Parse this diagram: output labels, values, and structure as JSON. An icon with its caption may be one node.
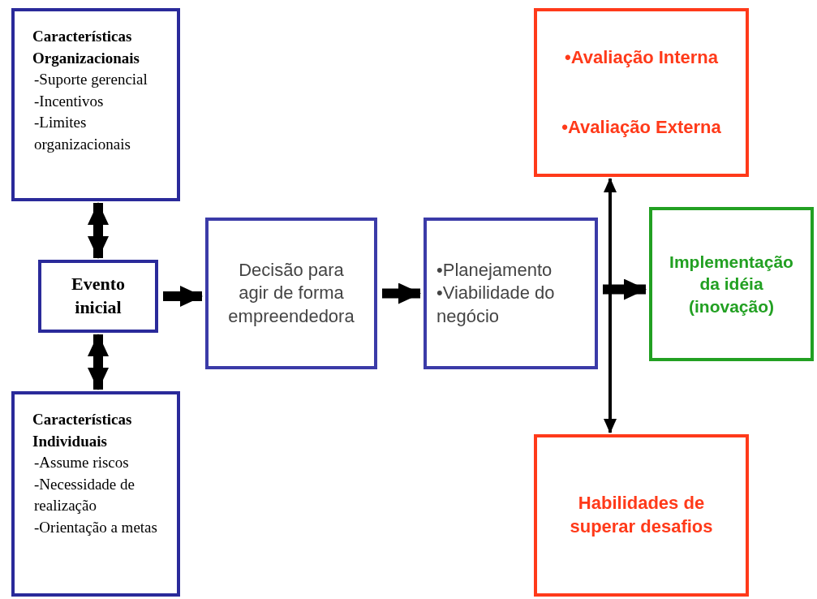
{
  "diagram": {
    "nodes": [
      {
        "text": [
          "Características Organizacionais",
          "-Suporte gerencial",
          "-Incentivos",
          "-Limites organizacionais"
        ]
      },
      {
        "text": [
          "Evento inicial"
        ]
      },
      {
        "text": [
          "Características Individuais",
          "-Assume riscos",
          "-Necessidade de realização",
          "-Orientação a metas"
        ]
      },
      {
        "text": [
          "Decisão para agir de forma empreendedora"
        ]
      },
      {
        "text": [
          "•Planejamento",
          "•Viabilidade do negócio"
        ]
      },
      {
        "text": [
          "•Avaliação Interna",
          "•Avaliação Externa"
        ]
      },
      {
        "text": [
          "Implementação da idéia (inovação)"
        ]
      },
      {
        "text": [
          "Habilidades de superar desafios"
        ]
      }
    ],
    "edges": [
      {
        "from": 1,
        "to": 0,
        "arrow": "both"
      },
      {
        "from": 1,
        "to": 2,
        "arrow": "both"
      },
      {
        "from": 1,
        "to": 3,
        "arrow": "to"
      },
      {
        "from": 3,
        "to": 4,
        "arrow": "to"
      },
      {
        "from": 4,
        "to": 6,
        "arrow": "to"
      },
      {
        "from": 7,
        "to": 5,
        "arrow": "both"
      }
    ]
  }
}
